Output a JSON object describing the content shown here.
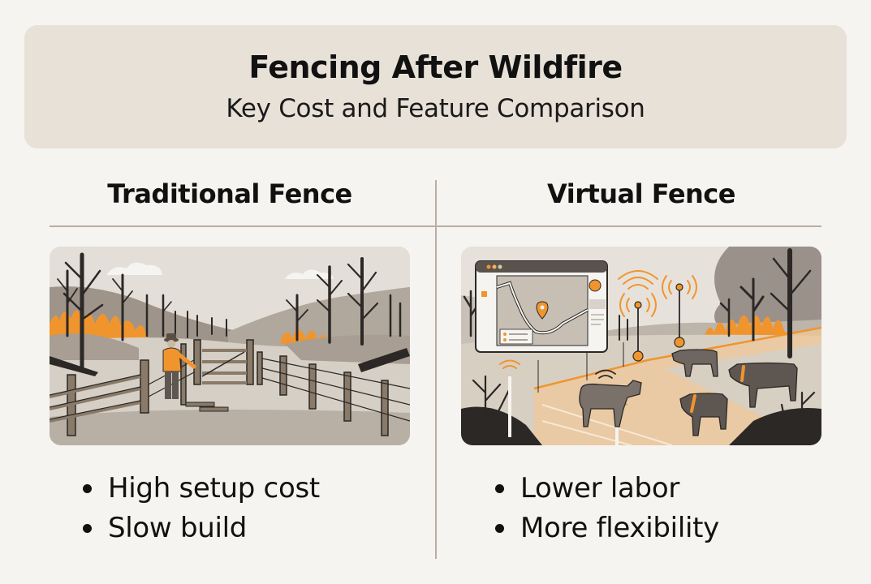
{
  "header": {
    "title": "Fencing After Wildfire",
    "subtitle": "Key Cost and Feature Comparison"
  },
  "columns": [
    {
      "heading": "Traditional Fence",
      "illustration": {
        "description": "Burned landscape with charred trees, spot fires, a farmer in an orange shirt repairing a wooden post-and-rail gate and wire fence",
        "icon": "wooden-fence-illustration"
      },
      "bullets": [
        "High setup cost",
        "Slow build"
      ]
    },
    {
      "heading": "Virtual Fence",
      "illustration": {
        "description": "Cattle wearing orange GPS collars in a burned pasture bounded by an orange virtual boundary, wireless signal towers, and a map app window with a location pin",
        "icon": "virtual-fence-illustration"
      },
      "bullets": [
        "Lower labor",
        "More flexibility"
      ]
    }
  ],
  "colors": {
    "background": "#f6f4f0",
    "header_card": "#e8e1d7",
    "divider": "#b8aea4",
    "accent_orange": "#f0952e",
    "charcoal": "#2b2826"
  }
}
